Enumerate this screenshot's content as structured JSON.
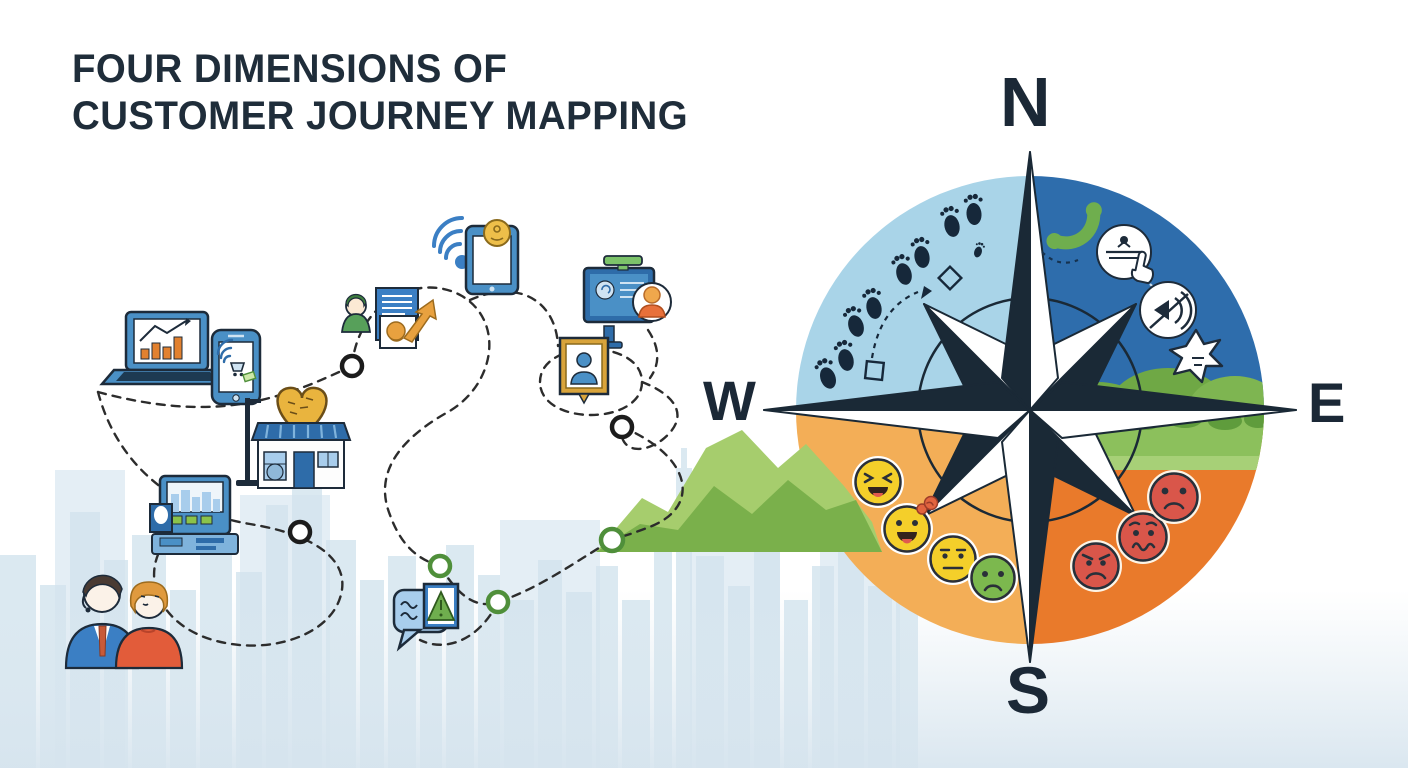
{
  "title": {
    "line1": "FOUR DIMENSIONS OF",
    "line2": "CUSTOMER JOURNEY MAPPING"
  },
  "compass": {
    "directions": {
      "north": "N",
      "east": "E",
      "south": "S",
      "west": "W"
    },
    "quadrants": [
      {
        "position": "northwest",
        "content": "customer-footprints-path",
        "color": "#a9d4e8"
      },
      {
        "position": "northeast",
        "content": "communication-touchpoints",
        "color": "#2e6dac"
      },
      {
        "position": "southwest",
        "content": "positive-emotion-faces",
        "color": "#f3ae57"
      },
      {
        "position": "southeast",
        "content": "negative-emotion-faces",
        "color": "#e97a2b"
      }
    ]
  },
  "journey_map": {
    "path_style": "dashed-curves-with-nodes",
    "icons": [
      "analytics-laptop",
      "shopping-phone",
      "storefront-with-heart",
      "self-service-kiosk",
      "customer-pair",
      "support-agent-with-documents",
      "wifi-tablet-notification",
      "video-call-monitor",
      "customer-portrait-frame",
      "feedback-chat-bubble"
    ]
  },
  "touchpoint_icons": [
    "phone-handset",
    "click-touch",
    "megaphone-sound",
    "crumpled-note"
  ],
  "emotions": {
    "positive_arc": [
      "laughing",
      "happy",
      "neutral",
      "sad-green"
    ],
    "negative_arc": [
      "sad",
      "worried",
      "angry"
    ]
  },
  "colors": {
    "title_text": "#1f2d3a",
    "quadrant_nw": "#a9d4e8",
    "quadrant_ne": "#2e6dac",
    "quadrant_sw": "#f3ae57",
    "quadrant_se": "#e97a2b",
    "rose_dark": "#1a2936",
    "mountain_light": "#a6cd6d",
    "mountain_dark": "#7ab04b",
    "skyline": "#d3e4ee",
    "icon_blue": "#4a90c6",
    "accent_orange": "#e8923a",
    "emoji_yellow": "#f4cf2a",
    "emoji_green": "#7cb84e",
    "emoji_red": "#d9564a",
    "node_green": "#4f8f3a"
  }
}
